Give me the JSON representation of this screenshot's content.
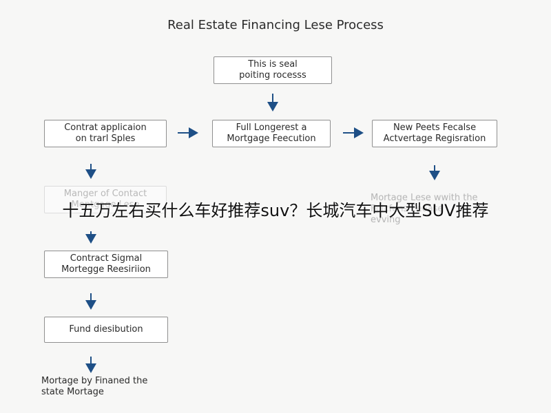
{
  "title": "Real Estate Financing Lese Process",
  "banner": "十五万左右买什么车好推荐suv？长城汽车中大型SUV推荐",
  "nodes": {
    "top": [
      "This is seal",
      "poiting rocesss"
    ],
    "left1": [
      "Contrat applicaion",
      "on trarl Sples"
    ],
    "mid1": [
      "Full Longerest a",
      "Mortgage Feecution"
    ],
    "right1": [
      "New Peets Fecalse",
      "Actvertage Regisration"
    ],
    "left2_faded": [
      "Manger of Contact",
      "Mentgage Lese"
    ],
    "right2_faded": [
      "Mortage Lese wwith the",
      "Fpicfuns Eeoase",
      "evving"
    ],
    "left3": [
      "Contract Sigmal",
      "Mortegge Reesiriion"
    ],
    "left4": [
      "Fund diesibution"
    ],
    "end": [
      "Mortage by Finaned the",
      "state Mortage"
    ]
  },
  "colors": {
    "arrow": "#1e4f86",
    "box_border": "#8f8f8f",
    "background": "#f7f7f6"
  }
}
